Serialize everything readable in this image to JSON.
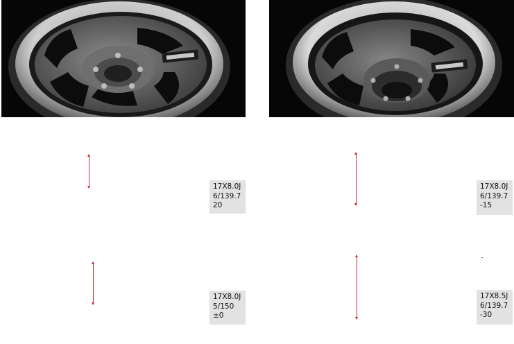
{
  "images": [
    {
      "name": "wheel-photo-spoke-style"
    },
    {
      "name": "wheel-photo-deep-dish-style"
    }
  ],
  "specs": [
    {
      "size": "17X8.0J",
      "pcd": "6/139.7",
      "offset": "20"
    },
    {
      "size": "17X8.0J",
      "pcd": "6/139.7",
      "offset": "-15"
    },
    {
      "size": "17X8.0J",
      "pcd": "5/150",
      "offset": "±0"
    },
    {
      "size": "17X8.5J",
      "pcd": "6/139.7",
      "offset": "-30"
    }
  ],
  "colors": {
    "dimension_line": "#c62b34",
    "spec_box": "#e2e2e2",
    "photo_bg": "#060606"
  }
}
